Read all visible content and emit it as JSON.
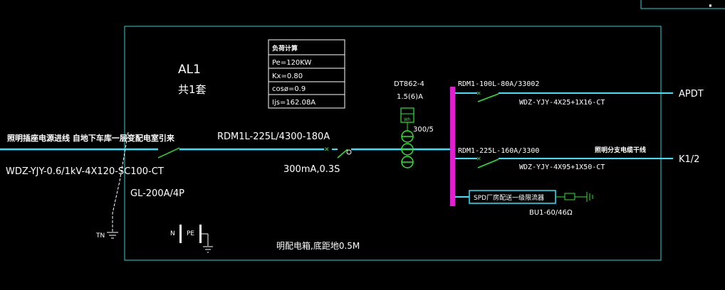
{
  "panel": {
    "name": "AL1",
    "quantity": "共1套",
    "mounting_note": "明配电箱,底距地0.5M"
  },
  "load_table": {
    "title": "负荷计算",
    "rows": [
      "Pe=120KW",
      "Kx=0.80",
      "cosø=0.9",
      "Ijs=162.08A"
    ]
  },
  "incoming": {
    "description": "照明插座电源进线  自地下车库一层变配电室引来",
    "cable": "WDZ-YJY-0.6/1kV-4X120-SC100-CT",
    "isolator": "GL-200A/4P",
    "main_breaker": "RDM1L-225L/4300-180A",
    "rcd_setting": "300mA,0.3S",
    "earth_label": "TN"
  },
  "meter": {
    "model": "DT862-4",
    "rating": "1.5(6)A",
    "ct_ratio": "300/5",
    "symbol": "Wh"
  },
  "neutral_pe": {
    "n": "N",
    "pe": "PE"
  },
  "outgoing": [
    {
      "breaker": "RDM1-100L-80A/33002",
      "cable": "WDZ-YJY-4X25+1X16-CT",
      "destination": "APDT",
      "note": ""
    },
    {
      "breaker": "RDM1-225L-160A/3300",
      "cable": "WDZ-YJY-4X95+1X50-CT",
      "destination": "K1/2",
      "note": "照明分支电缆干线"
    }
  ],
  "spd": {
    "label": "SPD厂房配送一级限流器",
    "model": "BU1-60/46Ω"
  },
  "colors": {
    "frame": "#2fd3d3",
    "busbar": "#e020d0",
    "line": "#33e3ff",
    "switch": "#2ee52e",
    "text": "#ffffff",
    "background": "#000000"
  }
}
